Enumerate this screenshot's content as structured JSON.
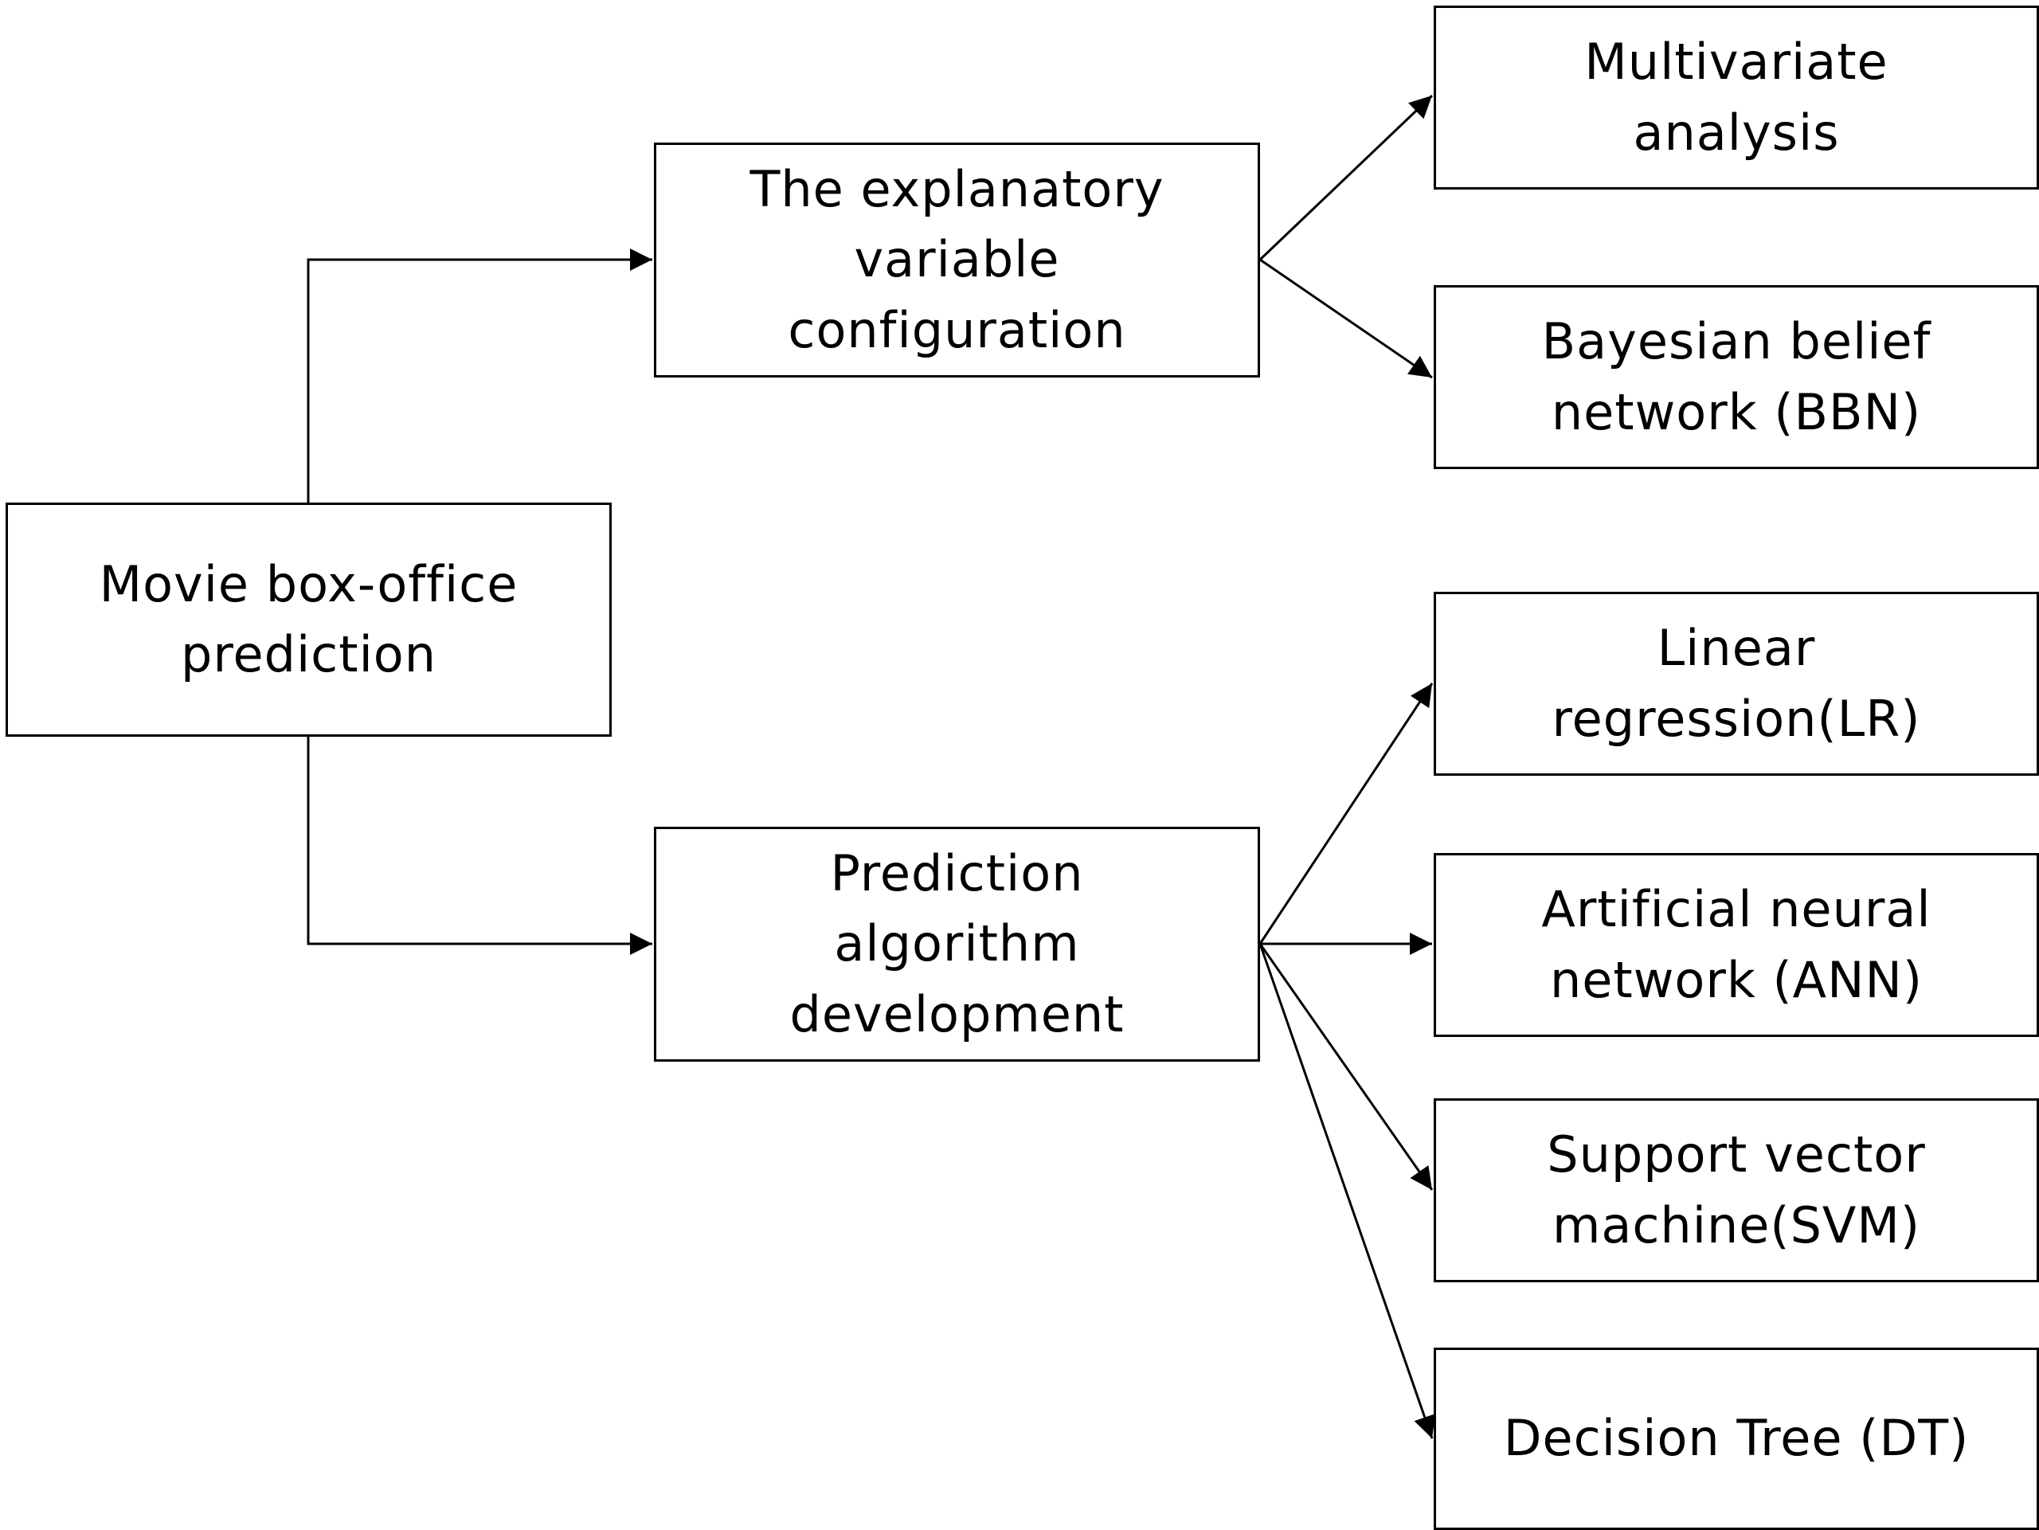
{
  "diagram": {
    "nodes": {
      "root": "Movie box-office prediction",
      "explanatory": "The explanatory variable configuration",
      "prediction": "Prediction algorithm development",
      "multivariate": "Multivariate analysis",
      "bbn": "Bayesian belief network (BBN)",
      "lr": "Linear regression(LR)",
      "ann": "Artificial neural network (ANN)",
      "svm": "Support vector machine(SVM)",
      "dt": "Decision Tree (DT)"
    },
    "edges": [
      {
        "from": "root",
        "to": "explanatory"
      },
      {
        "from": "root",
        "to": "prediction"
      },
      {
        "from": "explanatory",
        "to": "multivariate"
      },
      {
        "from": "explanatory",
        "to": "bbn"
      },
      {
        "from": "prediction",
        "to": "lr"
      },
      {
        "from": "prediction",
        "to": "ann"
      },
      {
        "from": "prediction",
        "to": "svm"
      },
      {
        "from": "prediction",
        "to": "dt"
      }
    ],
    "colors": {
      "line": "#000000",
      "box_border": "#000000",
      "background": "#ffffff"
    }
  }
}
